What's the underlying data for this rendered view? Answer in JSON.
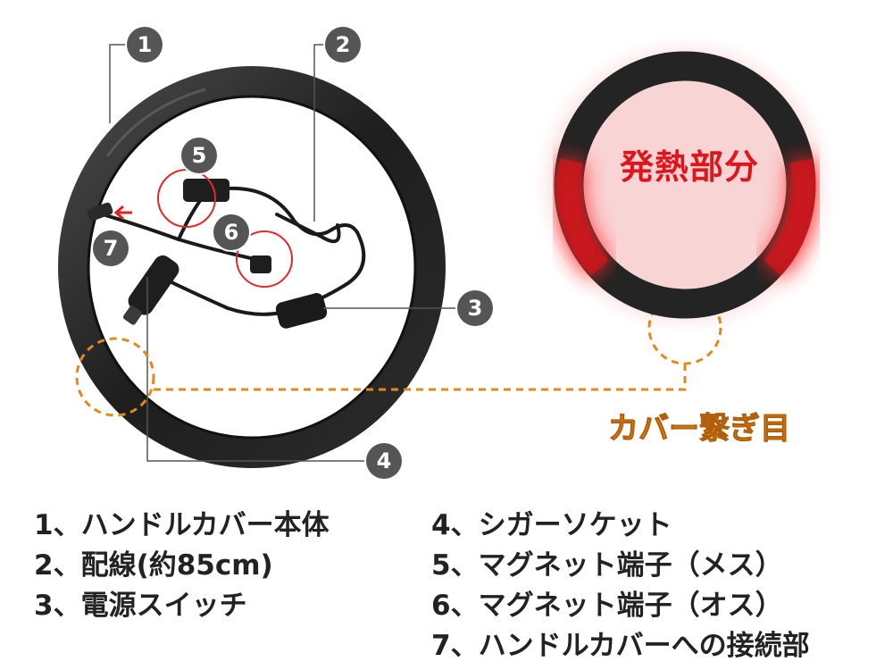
{
  "callouts": [
    {
      "n": "1"
    },
    {
      "n": "2"
    },
    {
      "n": "3"
    },
    {
      "n": "4"
    },
    {
      "n": "5"
    },
    {
      "n": "6"
    },
    {
      "n": "7"
    }
  ],
  "heat_label": "発熱部分",
  "seam_label": "カバー繋ぎ目",
  "legend_left": [
    "1、ハンドルカバー本体",
    "2、配線(約85cm)",
    "3、電源スイッチ"
  ],
  "legend_right": [
    "4、シガーソケット",
    "5、マグネット端子（メス）",
    "6、マグネット端子（オス）",
    "7、ハンドルカバーへの接続部"
  ],
  "colors": {
    "callout_badge": "#555555",
    "highlight_circle": "#e02a2a",
    "seam_dash": "#e08a1e",
    "heat_text": "#e0141c",
    "seam_text": "#f28a12"
  }
}
